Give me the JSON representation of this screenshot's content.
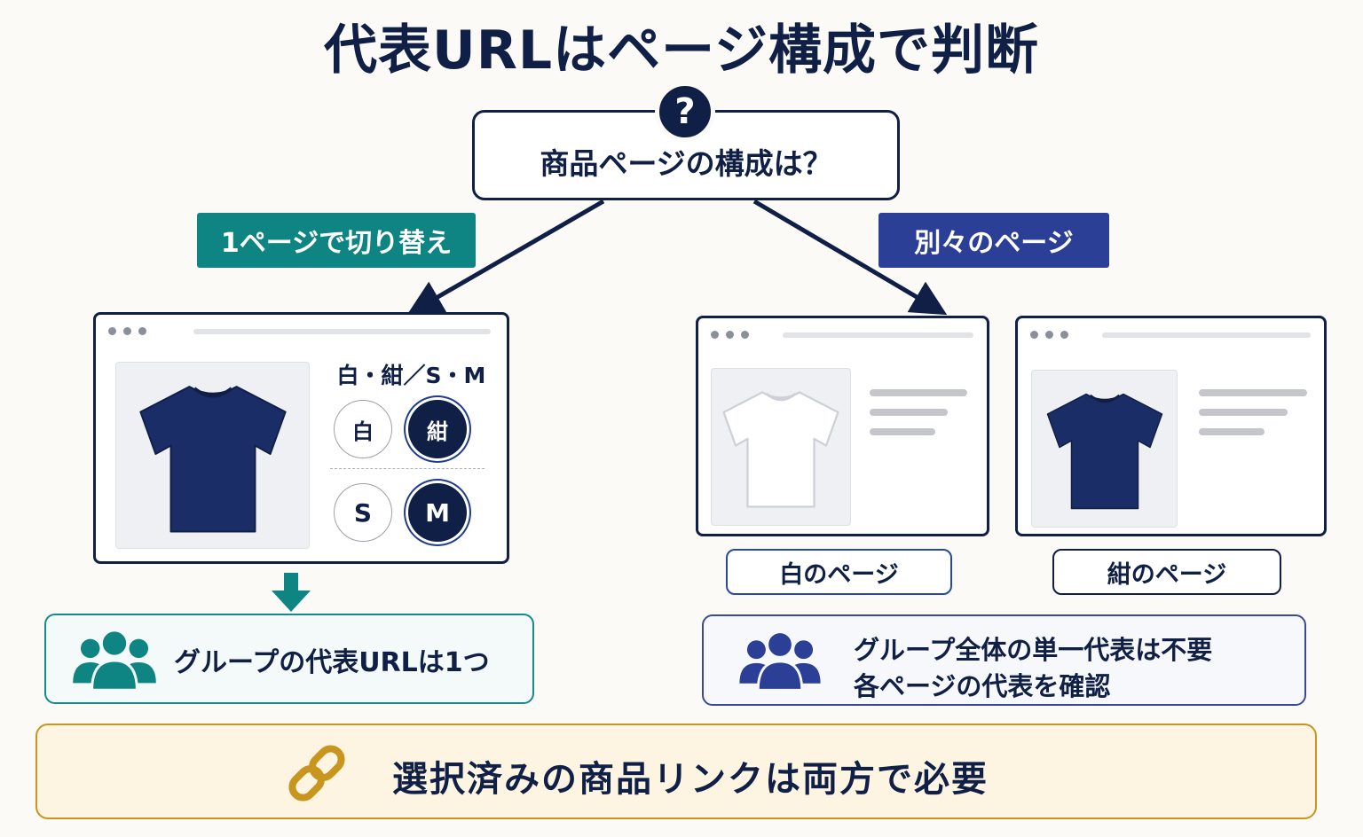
{
  "title": "代表URLはページ構成で判断",
  "question": {
    "icon_symbol": "?",
    "text": "商品ページの構成は？"
  },
  "branches": {
    "left": {
      "tag": "1ページで切り替え",
      "tag_color": "#0e8583",
      "options_label": "白・紺／S・M",
      "color_options": [
        "白",
        "紺"
      ],
      "color_selected": "紺",
      "size_options": [
        "S",
        "M"
      ],
      "size_selected": "M",
      "result": "グループの代表URLは1つ"
    },
    "right": {
      "tag": "別々のページ",
      "tag_color": "#2b3f96",
      "pages": [
        {
          "label": "白のページ",
          "shirt_color": "#ffffff"
        },
        {
          "label": "紺のページ",
          "shirt_color": "#1b2d66"
        }
      ],
      "result_lines": [
        "グループ全体の単一代表は不要",
        "各ページの代表を確認"
      ]
    }
  },
  "footer": {
    "icon": "link-chain-icon",
    "text": "選択済みの商品リンクは両方で必要",
    "accent": "#c8951e"
  },
  "colors": {
    "navy": "#0f1f45",
    "shirt_navy": "#1b2d66",
    "teal": "#0e8583",
    "indigo": "#2b3f96"
  }
}
